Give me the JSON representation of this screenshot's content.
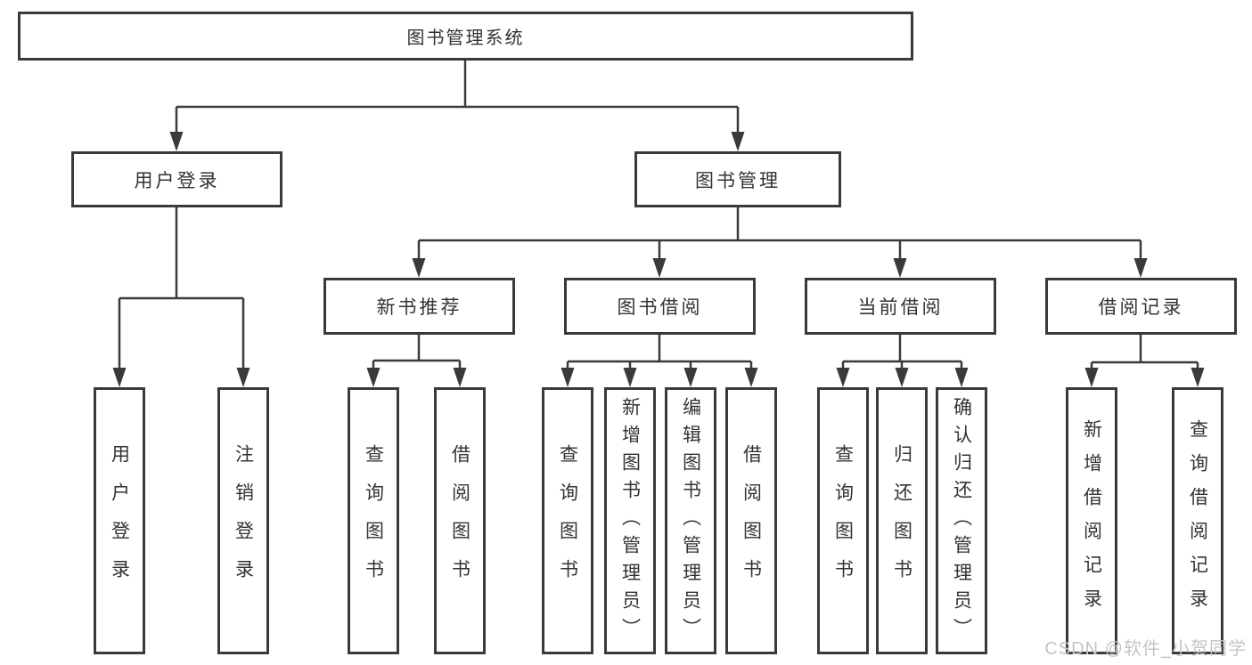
{
  "tree": {
    "root": "图书管理系统",
    "branches": [
      {
        "label": "用户登录",
        "children": [
          "用户登录",
          "注销登录"
        ]
      },
      {
        "label": "图书管理",
        "groups": [
          {
            "label": "新书推荐",
            "children": [
              "查询图书",
              "借阅图书"
            ]
          },
          {
            "label": "图书借阅",
            "children": [
              "查询图书",
              "新增图书（管理员）",
              "编辑图书（管理员）",
              "借阅图书"
            ]
          },
          {
            "label": "当前借阅",
            "children": [
              "查询图书",
              "归还图书",
              "确认归还（管理员）"
            ]
          },
          {
            "label": "借阅记录",
            "children": [
              "新增借阅记录",
              "查询借阅记录"
            ]
          }
        ]
      }
    ]
  },
  "watermark": "CSDN @软件_小贺同学",
  "colors": {
    "line": "#3a3a3a",
    "text": "#333333",
    "watermark": "#c4c4c4",
    "background": "#ffffff"
  }
}
